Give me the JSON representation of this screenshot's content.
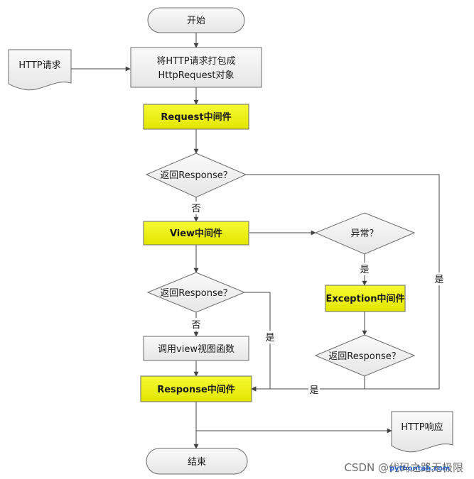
{
  "nodes": {
    "start": "开始",
    "http_request_doc": "HTTP请求",
    "wrap_line1": "将HTTP请求打包成",
    "wrap_line2": "HttpRequest对象",
    "request_mw": "Request中间件",
    "decision_return1": "返回Response？",
    "view_mw": "View中间件",
    "decision_exception": "异常？",
    "decision_return2": "返回Response？",
    "exception_mw": "Exception中间件",
    "call_view": "调用view视图函数",
    "decision_return3": "返回Response？",
    "response_mw": "Response中间件",
    "http_response_doc": "HTTP响应",
    "end": "结束"
  },
  "edge_labels": {
    "no_1": "否",
    "no_2": "否",
    "yes_exception": "是",
    "yes_right": "是",
    "yes_return2": "是",
    "yes_bottom": "是"
  },
  "watermark": {
    "main": "CSDN @代码之路无极限",
    "overlay": "pythontab.com"
  },
  "colors": {
    "process_fill": "#f2f2f2",
    "highlight_fill": "#f3f700",
    "stroke": "#6b6b6b"
  }
}
